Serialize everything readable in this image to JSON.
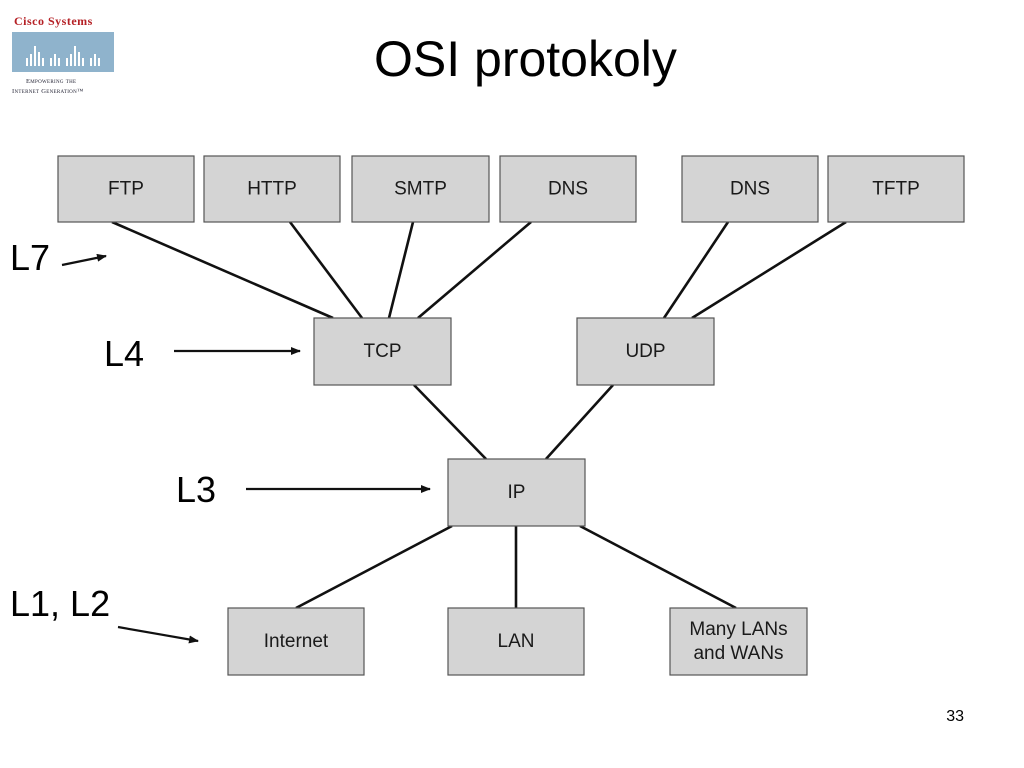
{
  "logo": {
    "brand": "Cisco Systems",
    "tagline_line1": "Empowering the",
    "tagline_line2": "Internet Generation™",
    "colors": {
      "brand_red": "#b52025",
      "bars_blue": "#8fb3cc"
    }
  },
  "title": "OSI protokoly",
  "boxes": [
    {
      "id": "ftp",
      "label": "FTP"
    },
    {
      "id": "http",
      "label": "HTTP"
    },
    {
      "id": "smtp",
      "label": "SMTP"
    },
    {
      "id": "dns1",
      "label": "DNS"
    },
    {
      "id": "dns2",
      "label": "DNS"
    },
    {
      "id": "tftp",
      "label": "TFTP"
    },
    {
      "id": "tcp",
      "label": "TCP"
    },
    {
      "id": "udp",
      "label": "UDP"
    },
    {
      "id": "ip",
      "label": "IP"
    },
    {
      "id": "internet",
      "label": "Internet"
    },
    {
      "id": "lan",
      "label": "LAN"
    },
    {
      "id": "many",
      "label": [
        "Many LANs",
        "and WANs"
      ]
    }
  ],
  "connections": [
    [
      "ftp",
      "tcp"
    ],
    [
      "http",
      "tcp"
    ],
    [
      "smtp",
      "tcp"
    ],
    [
      "dns1",
      "tcp"
    ],
    [
      "dns2",
      "udp"
    ],
    [
      "tftp",
      "udp"
    ],
    [
      "tcp",
      "ip"
    ],
    [
      "udp",
      "ip"
    ],
    [
      "ip",
      "internet"
    ],
    [
      "ip",
      "lan"
    ],
    [
      "ip",
      "many"
    ]
  ],
  "layers": [
    {
      "id": "l7",
      "label": "L7"
    },
    {
      "id": "l4",
      "label": "L4"
    },
    {
      "id": "l3",
      "label": "L3"
    },
    {
      "id": "l12",
      "label": "L1, L2"
    }
  ],
  "page_number": "33",
  "colors": {
    "box_fill": "#d4d4d4",
    "box_stroke": "#555555",
    "line": "#111111"
  }
}
